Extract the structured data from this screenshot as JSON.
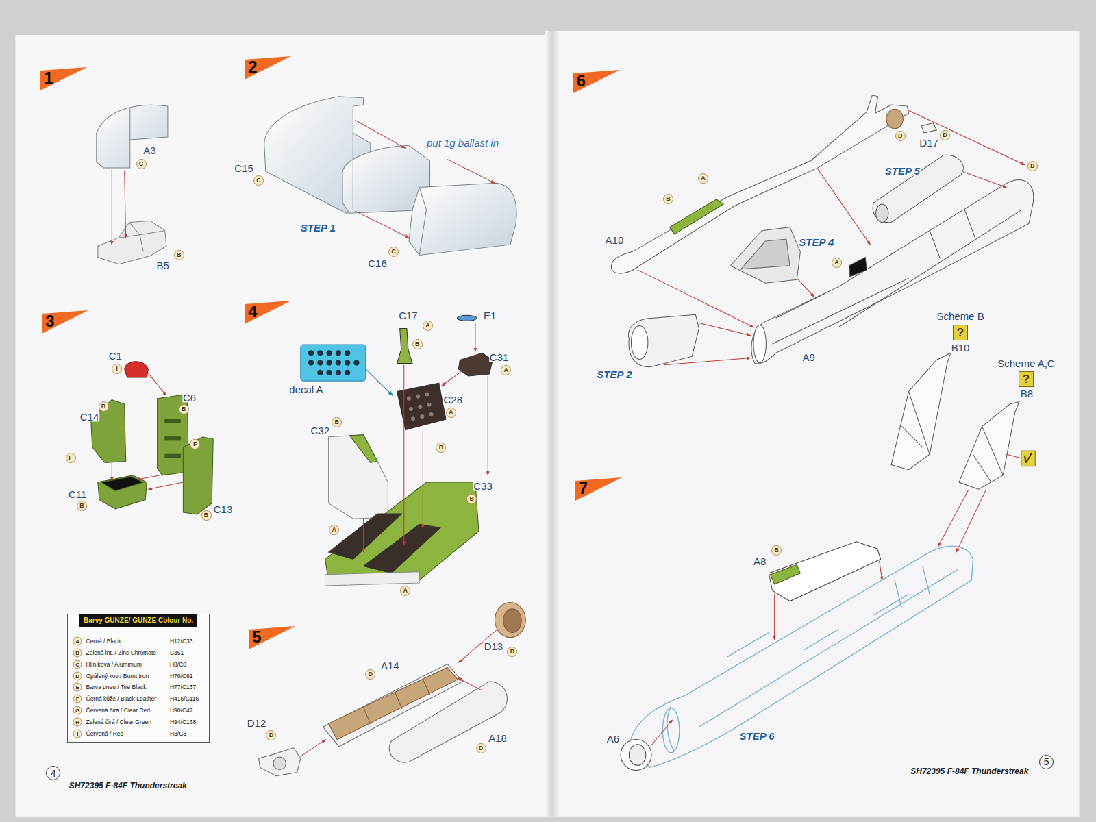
{
  "diagram": {
    "nodes": [
      {
        "text": [
          "1"
        ]
      },
      {
        "text": [
          "C"
        ]
      },
      {
        "text": [
          "B"
        ]
      },
      {
        "text": [
          "2"
        ]
      },
      {
        "text": [
          "C"
        ]
      },
      {
        "text": [
          "C"
        ]
      },
      {
        "text": [
          "3"
        ]
      },
      {
        "text": [
          "I"
        ]
      },
      {
        "text": [
          "B"
        ]
      },
      {
        "text": [
          "B"
        ]
      },
      {
        "text": [
          "F"
        ]
      },
      {
        "text": [
          "F"
        ]
      },
      {
        "text": [
          "B"
        ]
      },
      {
        "text": [
          "B"
        ]
      },
      {
        "text": [
          "4"
        ]
      },
      {
        "text": [
          "A"
        ]
      },
      {
        "text": [
          "B"
        ]
      },
      {
        "text": [
          "A"
        ]
      },
      {
        "text": [
          "A"
        ]
      },
      {
        "text": [
          "B"
        ]
      },
      {
        "text": [
          "B"
        ]
      },
      {
        "text": [
          "B"
        ]
      },
      {
        "text": [
          "A"
        ]
      },
      {
        "text": [
          "A"
        ]
      },
      {
        "text": [
          "Barvy GUNZE/ GUNZE Colour No."
        ]
      },
      {
        "text": [
          "5"
        ]
      },
      {
        "text": [
          "D"
        ]
      },
      {
        "text": [
          "D"
        ]
      },
      {
        "text": [
          "D"
        ]
      },
      {
        "text": [
          "D"
        ]
      },
      {
        "text": [
          "4"
        ]
      },
      {
        "text": [
          "6"
        ]
      },
      {
        "text": [
          "D"
        ]
      },
      {
        "text": [
          "D"
        ]
      },
      {
        "text": [
          "D"
        ]
      },
      {
        "text": [
          "A"
        ]
      },
      {
        "text": [
          "B"
        ]
      },
      {
        "text": [
          "A"
        ]
      },
      {
        "text": [
          "Scheme B",
          "?"
        ]
      },
      {
        "text": [
          "Scheme A,C",
          "?"
        ]
      },
      {
        "text": [
          "7"
        ]
      },
      {
        "text": [
          "B"
        ]
      },
      {
        "text": [
          "5"
        ]
      }
    ],
    "labels": [
      "A3",
      "B5",
      "C15",
      "put 1g ballast in",
      "STEP 1",
      "C16",
      "C1",
      "C6",
      "C14",
      "C11",
      "C13",
      "C17",
      "E1",
      "C31",
      "decal A",
      "C28",
      "C32",
      "C33",
      "D13",
      "A14",
      "D12",
      "A18",
      "A",
      "Černá / Black",
      "H12/C33",
      "B",
      "Zelená int. / Zinc Chromate",
      "C351",
      "C",
      "Hliníková / Aluminium",
      "H8/C8",
      "D",
      "Opálený kov / Burnt Iron",
      "H76/C61",
      "E",
      "Barva pneu / Tire Black",
      "H77/C137",
      "F",
      "Černá kůže / Black Leather",
      "H416/C116",
      "G",
      "Červená čirá / Clear Red",
      "H90/C47",
      "H",
      "Zelená čirá / Clear Green",
      "H94/C138",
      "I",
      "Červená / Red",
      "H3/C3",
      "SH72395 F-84F Thunderstreak",
      "A10",
      "D17",
      "STEP 5",
      "STEP 4",
      "A9",
      "STEP 2",
      "B10",
      "B8",
      "A8",
      "A6",
      "STEP 6",
      "SH72395 F-84F Thunderstreak"
    ]
  }
}
